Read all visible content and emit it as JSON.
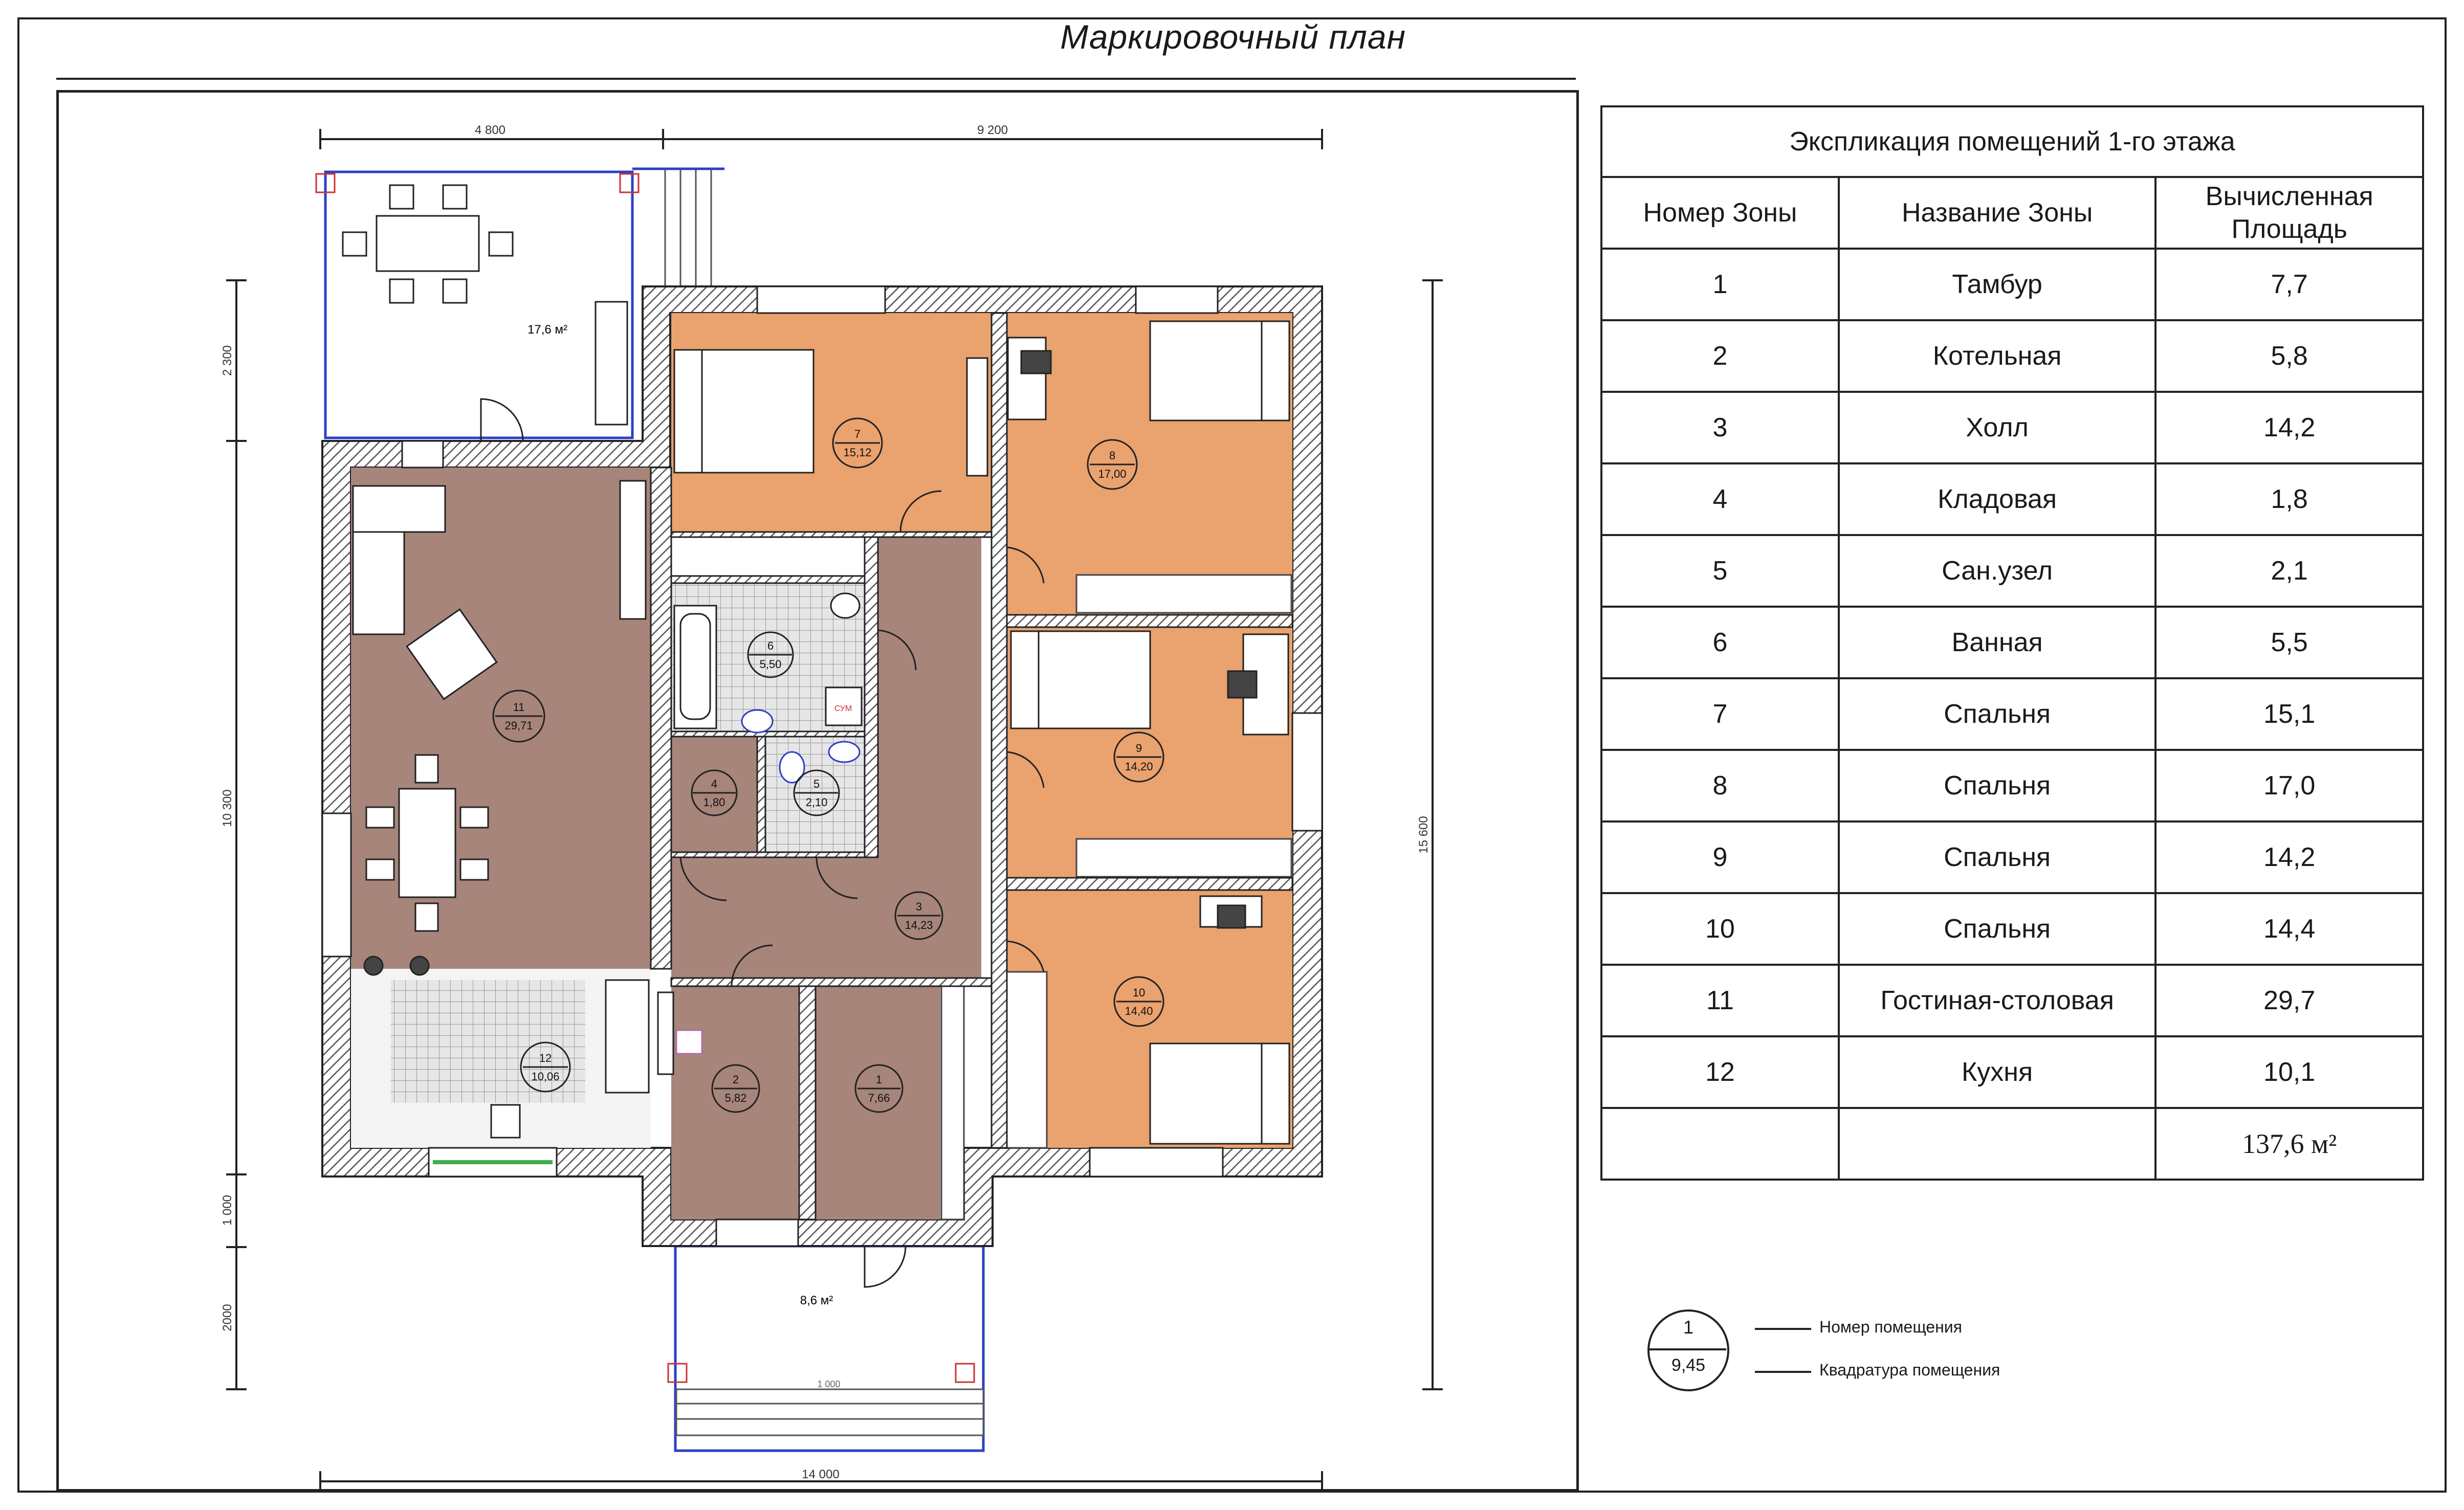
{
  "title": "Маркировочный план",
  "explication": {
    "title": "Экспликация помещений 1-го этажа",
    "headers": [
      "Номер Зоны",
      "Название Зоны",
      "Вычисленная Площадь"
    ],
    "rows": [
      [
        "1",
        "Тамбур",
        "7,7"
      ],
      [
        "2",
        "Котельная",
        "5,8"
      ],
      [
        "3",
        "Холл",
        "14,2"
      ],
      [
        "4",
        "Кладовая",
        "1,8"
      ],
      [
        "5",
        "Сан.узел",
        "2,1"
      ],
      [
        "6",
        "Ванная",
        "5,5"
      ],
      [
        "7",
        "Спальня",
        "15,1"
      ],
      [
        "8",
        "Спальня",
        "17,0"
      ],
      [
        "9",
        "Спальня",
        "14,2"
      ],
      [
        "10",
        "Спальня",
        "14,4"
      ],
      [
        "11",
        "Гостиная-столовая",
        "29,7"
      ],
      [
        "12",
        "Кухня",
        "10,1"
      ]
    ],
    "total": "137,6 м²"
  },
  "legend": {
    "sample_number": "1",
    "sample_area": "9,45",
    "number_label": "Номер помещения",
    "area_label": "Квадратура помещения"
  },
  "plan": {
    "dimensions": {
      "top_left": "4 800",
      "top_right": "9 200",
      "bottom": "14 000",
      "left_upper": "2 300",
      "left_middle": "10 300",
      "left_lower1": "1 000",
      "left_lower2": "2000",
      "right": "15 600"
    },
    "terrace_area": "17,6 м²",
    "porch_area": "8,6 м²",
    "porch_edge_label": "1 000",
    "boiler_label": "СУМ",
    "rooms": [
      {
        "num": "1",
        "area": "7,66"
      },
      {
        "num": "2",
        "area": "5,82"
      },
      {
        "num": "3",
        "area": "14,23"
      },
      {
        "num": "4",
        "area": "1,80"
      },
      {
        "num": "5",
        "area": "2,10"
      },
      {
        "num": "6",
        "area": "5,50"
      },
      {
        "num": "7",
        "area": "15,12"
      },
      {
        "num": "8",
        "area": "17,00"
      },
      {
        "num": "9",
        "area": "14,20"
      },
      {
        "num": "10",
        "area": "14,40"
      },
      {
        "num": "11",
        "area": "29,71"
      },
      {
        "num": "12",
        "area": "10,06"
      }
    ]
  },
  "colors": {
    "bedroom_floor": "#eaa26e",
    "living_floor": "#a7857b",
    "tile": "#dcdcdc",
    "wall_hatch": "#555555",
    "glazing": "#2d3fc8",
    "window_green": "#3fae4a"
  }
}
